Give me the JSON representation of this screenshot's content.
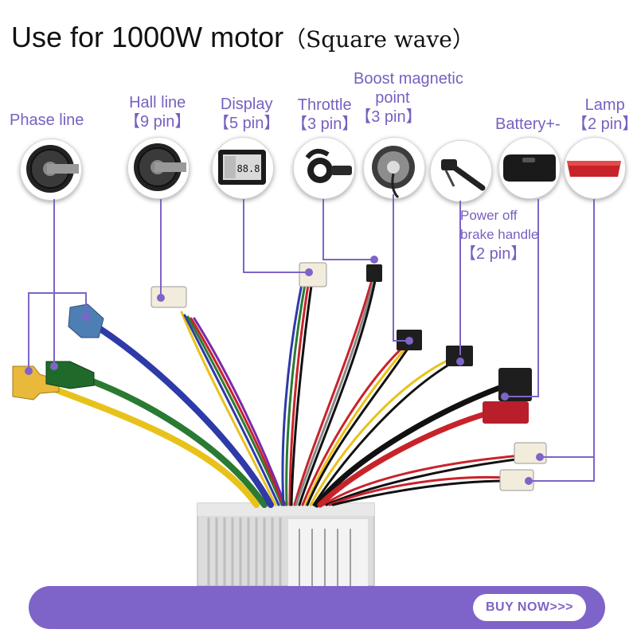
{
  "title": {
    "main": "Use for 1000W motor",
    "sub": "（Square wave）"
  },
  "labels": {
    "phase": {
      "text": "Phase line"
    },
    "hall": {
      "text": "Hall line",
      "pin": "【9 pin】"
    },
    "display": {
      "text": "Display",
      "pin": "【5 pin】"
    },
    "throttle": {
      "text": "Throttle",
      "pin": "【3 pin】"
    },
    "boost": {
      "text1": "Boost magnetic",
      "text2": "point",
      "pin": "【3 pin】"
    },
    "battery": {
      "text": "Battery+-"
    },
    "lamp": {
      "text": "Lamp",
      "pin": "【2 pin】"
    },
    "brake": {
      "text1": "Power off",
      "text2": "brake handle",
      "pin": "【2 pin】"
    }
  },
  "display_screen": {
    "reading": "88.8"
  },
  "button": {
    "label": "BUY NOW>>>"
  },
  "colors": {
    "accent": "#7e64c8",
    "label": "#7860c0"
  },
  "icons": [
    "hub-motor-icon",
    "hub-motor-icon",
    "lcd-display-icon",
    "thumb-throttle-icon",
    "pas-sensor-icon",
    "brake-lever-icon",
    "battery-pack-icon",
    "tail-lamp-icon"
  ]
}
